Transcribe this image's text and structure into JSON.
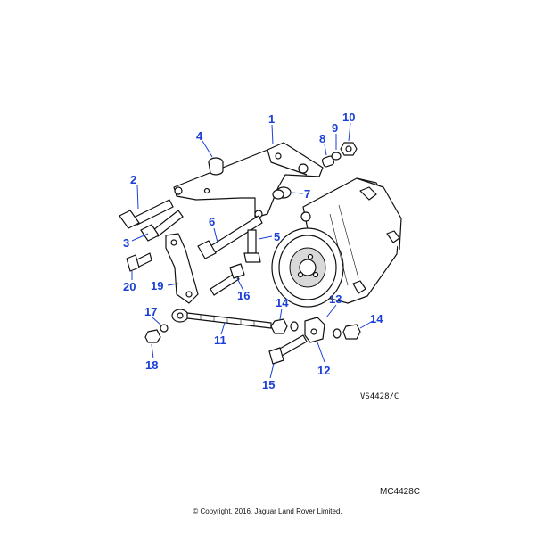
{
  "diagram": {
    "callouts": [
      "1",
      "2",
      "3",
      "4",
      "5",
      "6",
      "7",
      "8",
      "9",
      "10",
      "11",
      "12",
      "13",
      "14",
      "14",
      "15",
      "16",
      "17",
      "18",
      "19",
      "20"
    ],
    "ref_code": "VS4428/C",
    "diagram_code": "MC4428C",
    "copyright": "© Copyright, 2016. Jaguar Land Rover Limited.",
    "colors": {
      "callout": "#1a3fd6",
      "line": "#111111"
    }
  }
}
